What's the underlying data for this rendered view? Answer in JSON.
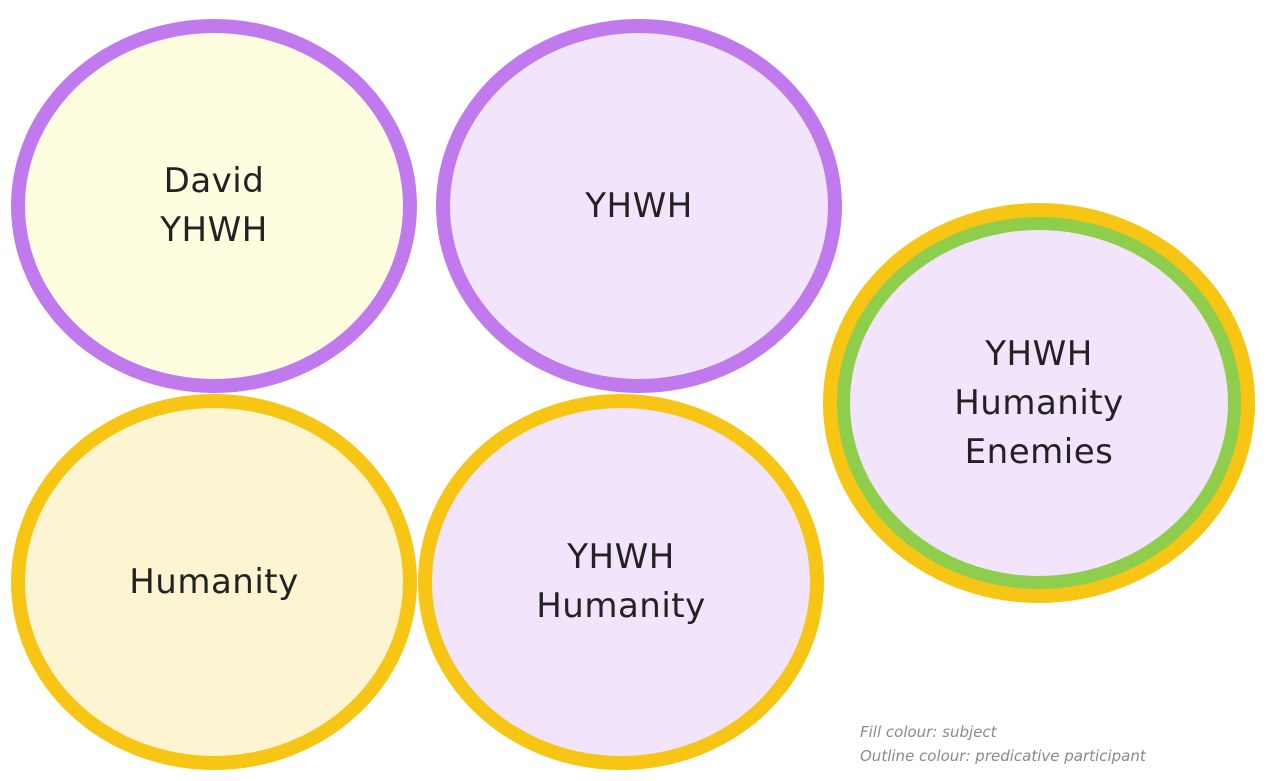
{
  "colors": {
    "background": "#ffffff",
    "outline_purple": "#c07aed",
    "outline_yellow": "#f7c514",
    "outline_green": "#8fce4c",
    "fill_light_yellow": "#fefde0",
    "fill_cream": "#fdf4d2",
    "fill_lavender": "#f2e4fb",
    "text": "#222222",
    "legend_text": "#8a8a8a"
  },
  "bubbles": [
    {
      "lines": [
        "David",
        "YHWH"
      ],
      "fill": "#fefde0",
      "outline": [
        "#c07aed"
      ]
    },
    {
      "lines": [
        "YHWH"
      ],
      "fill": "#f2e4fb",
      "outline": [
        "#c07aed"
      ]
    },
    {
      "lines": [
        "Humanity"
      ],
      "fill": "#fdf4d2",
      "outline": [
        "#f7c514"
      ]
    },
    {
      "lines": [
        "YHWH",
        "Humanity"
      ],
      "fill": "#f2e4fb",
      "outline": [
        "#f7c514"
      ]
    },
    {
      "lines": [
        "YHWH",
        "Humanity",
        "Enemies"
      ],
      "fill": "#f2e4fb",
      "outline": [
        "#f7c514",
        "#8fce4c"
      ]
    }
  ],
  "legend": {
    "fill": "Fill colour: subject",
    "outline": "Outline colour: predicative participant"
  }
}
